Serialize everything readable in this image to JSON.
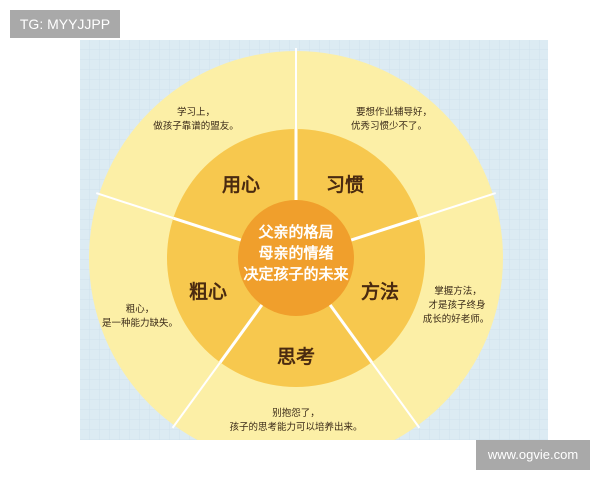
{
  "watermark_top": "TG: MYYJJPP",
  "watermark_bottom": "www.ogvie.com",
  "center": [
    "父亲的格局",
    "母亲的情绪",
    "决定孩子的未来"
  ],
  "segments": [
    {
      "label": "用心",
      "note": [
        "学习上，",
        "做孩子靠谱的盟友。"
      ]
    },
    {
      "label": "习惯",
      "note": [
        "要想作业辅导好，",
        "优秀习惯少不了。"
      ]
    },
    {
      "label": "方法",
      "note": [
        "掌握方法，",
        "才是孩子终身",
        "成长的好老师。"
      ]
    },
    {
      "label": "思考",
      "note": [
        "别抱怨了，",
        "孩子的思考能力可以培养出来。"
      ]
    },
    {
      "label": "粗心",
      "note": [
        "粗心，",
        "是一种能力缺失。"
      ]
    }
  ],
  "colors": {
    "background": "#dcebf3",
    "outer": "#fcefa6",
    "middle": "#f7c84e",
    "center": "#f09f2c",
    "label": "#4a2a10"
  }
}
